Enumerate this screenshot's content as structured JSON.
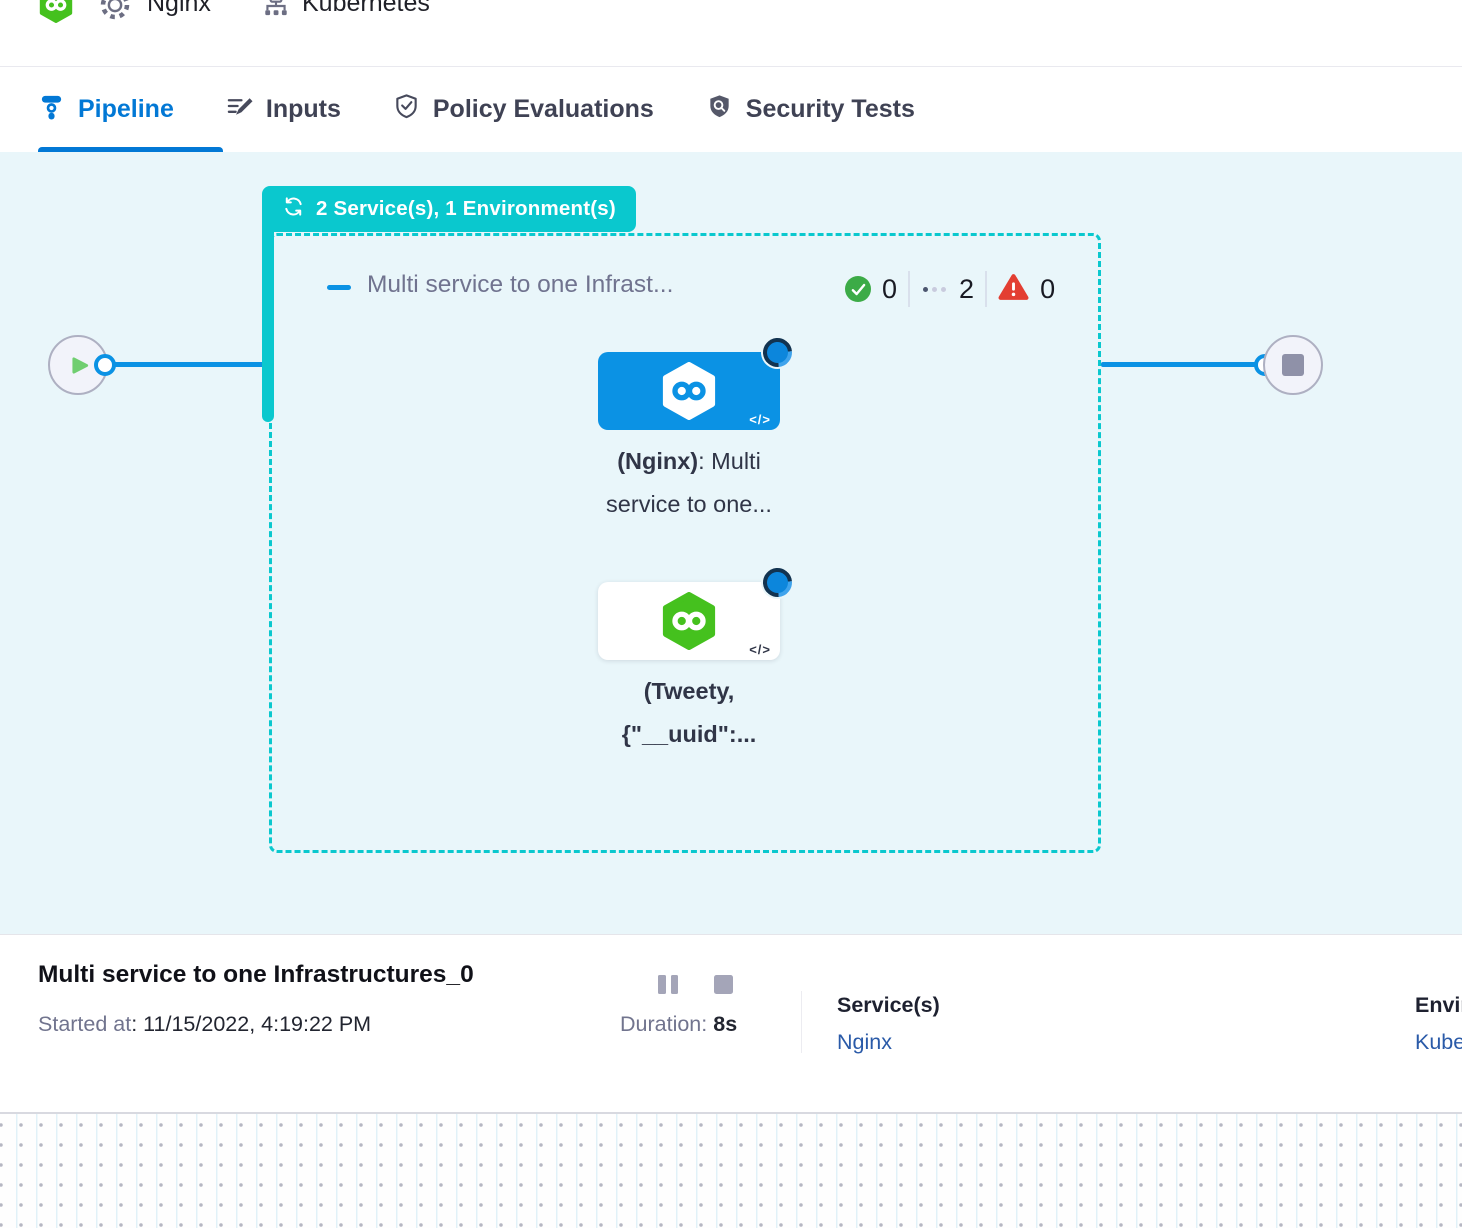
{
  "header": {
    "service": "Nginx",
    "environment": "Kubernetes"
  },
  "tabs": {
    "pipeline": "Pipeline",
    "inputs": "Inputs",
    "policy": "Policy Evaluations",
    "security": "Security Tests"
  },
  "stage": {
    "badge": "2 Service(s), 1 Environment(s)",
    "title": "Multi service to one Infrast...",
    "success_count": "0",
    "running_count": "2",
    "failed_count": "0"
  },
  "nodes": {
    "nginx": {
      "line1_bold": "(Nginx)",
      "line1_rest": ": Multi",
      "line2": "service to one..."
    },
    "tweety": {
      "line1": "(Tweety,",
      "line2": "{\"__uuid\":..."
    }
  },
  "icons": {
    "code": "</>"
  },
  "footer": {
    "title": "Multi service to one Infrastructures_0",
    "started_label": "Started at",
    "started_value": ": 11/15/2022, 4:19:22 PM",
    "duration_label": "Duration:",
    "duration_value": "8s",
    "services_label": "Service(s)",
    "services_value": "Nginx",
    "environments_label": "Environment(s)",
    "environments_value": "Kubernetes"
  },
  "colors": {
    "teal": "#0AC8CE",
    "blue": "#0B92E4",
    "tab_blue": "#0278D5",
    "brand_green": "#45C11E",
    "success_green": "#3CAB47",
    "error_red": "#E33E32",
    "link_blue": "#2A5AA8",
    "canvas_bg": "#E9F6FA"
  }
}
